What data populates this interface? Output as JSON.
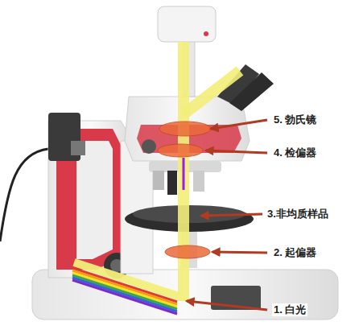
{
  "diagram": {
    "labels": [
      "5. 勃氏镜",
      "4. 检偏器",
      "3.非均质样品",
      "2. 起偏器",
      "1. 白光"
    ]
  }
}
